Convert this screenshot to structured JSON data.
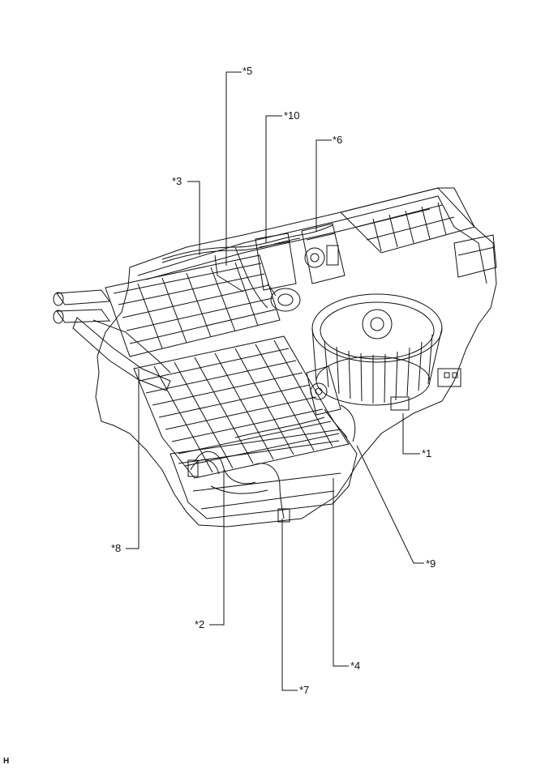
{
  "callouts": {
    "c1": "*1",
    "c2": "*2",
    "c3": "*3",
    "c4": "*4",
    "c5": "*5",
    "c6": "*6",
    "c7": "*7",
    "c8": "*8",
    "c9": "*9",
    "c10": "*10"
  },
  "corner_label": "H",
  "colors": {
    "line": "#111111",
    "background": "#ffffff"
  }
}
